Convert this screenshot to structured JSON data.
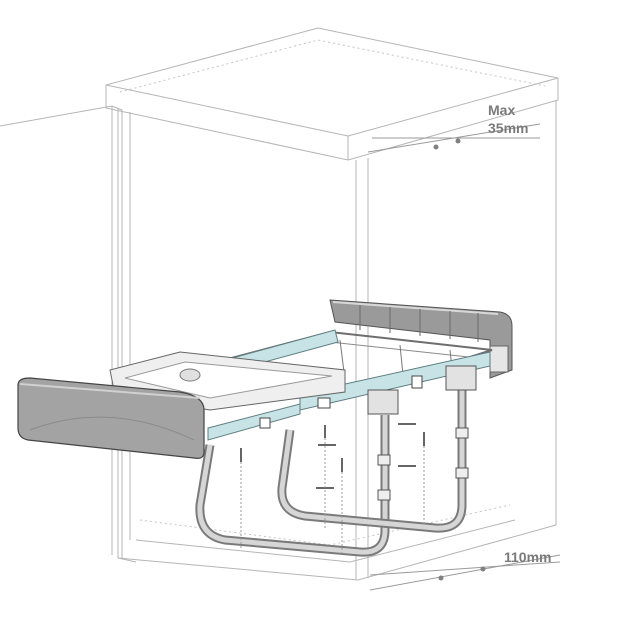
{
  "dimensions": {
    "top_clearance_line1": "Max",
    "top_clearance_line2": "35mm",
    "bottom_offset": "110mm"
  },
  "colors": {
    "cabinet_line": "#b5b5b5",
    "frame_grey": "#8c8c8c",
    "lid_grey": "#a3a3a3",
    "rail_accent": "#c7e3e5",
    "label_text": "#7a7a7a"
  }
}
